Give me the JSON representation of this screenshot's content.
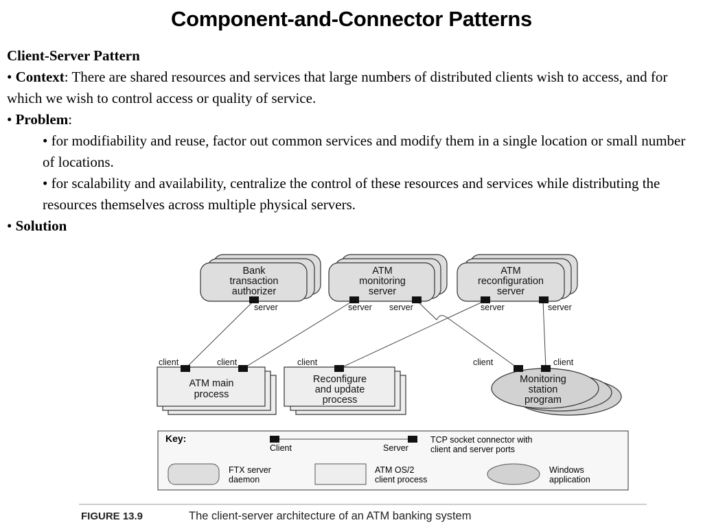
{
  "slide": {
    "title": "Component-and-Connector Patterns"
  },
  "content": {
    "heading": "Client-Server Pattern",
    "context_label": "Context",
    "context_text": ": There are shared resources and services that large numbers of distributed clients wish to access, and for which we wish to control access or quality of service.",
    "problem_label": "Problem",
    "problem_suffix": ":",
    "problem_bullets": [
      "for modifiability and reuse, factor out common services and modify them in a single location or small number of locations.",
      "for scalability and availability, centralize the control of these resources and services while distributing the resources themselves across multiple physical servers."
    ],
    "solution_label": "Solution",
    "bullet": "•"
  },
  "diagram": {
    "servers": [
      {
        "lines": [
          "Bank",
          "transaction",
          "authorizer"
        ],
        "ports": [
          "server"
        ]
      },
      {
        "lines": [
          "ATM",
          "monitoring",
          "server"
        ],
        "ports": [
          "server",
          "server"
        ]
      },
      {
        "lines": [
          "ATM",
          "reconfiguration",
          "server"
        ],
        "ports": [
          "server",
          "server"
        ]
      }
    ],
    "clients": [
      {
        "lines": [
          "ATM main",
          "process"
        ],
        "ports": [
          "client",
          "client"
        ]
      },
      {
        "lines": [
          "Reconfigure",
          "and update",
          "process"
        ],
        "ports": [
          "client"
        ]
      },
      {
        "lines": [
          "Monitoring",
          "station",
          "program"
        ],
        "ports": [
          "client",
          "client"
        ]
      }
    ],
    "key": {
      "title": "Key:",
      "client_label": "Client",
      "server_label": "Server",
      "connector_desc": [
        "TCP socket connector with",
        "client and server ports"
      ],
      "ftx_desc": [
        "FTX server",
        "daemon"
      ],
      "os2_desc": [
        "ATM OS/2",
        "client process"
      ],
      "windows_desc": [
        "Windows",
        "application"
      ]
    },
    "caption_label": "FIGURE 13.9",
    "caption_text": "The client-server architecture of an ATM banking system",
    "colors": {
      "server_fill": "#dedede",
      "client_fill": "#eeeeee",
      "windows_fill": "#d2d2d2",
      "stroke": "#333333"
    }
  }
}
